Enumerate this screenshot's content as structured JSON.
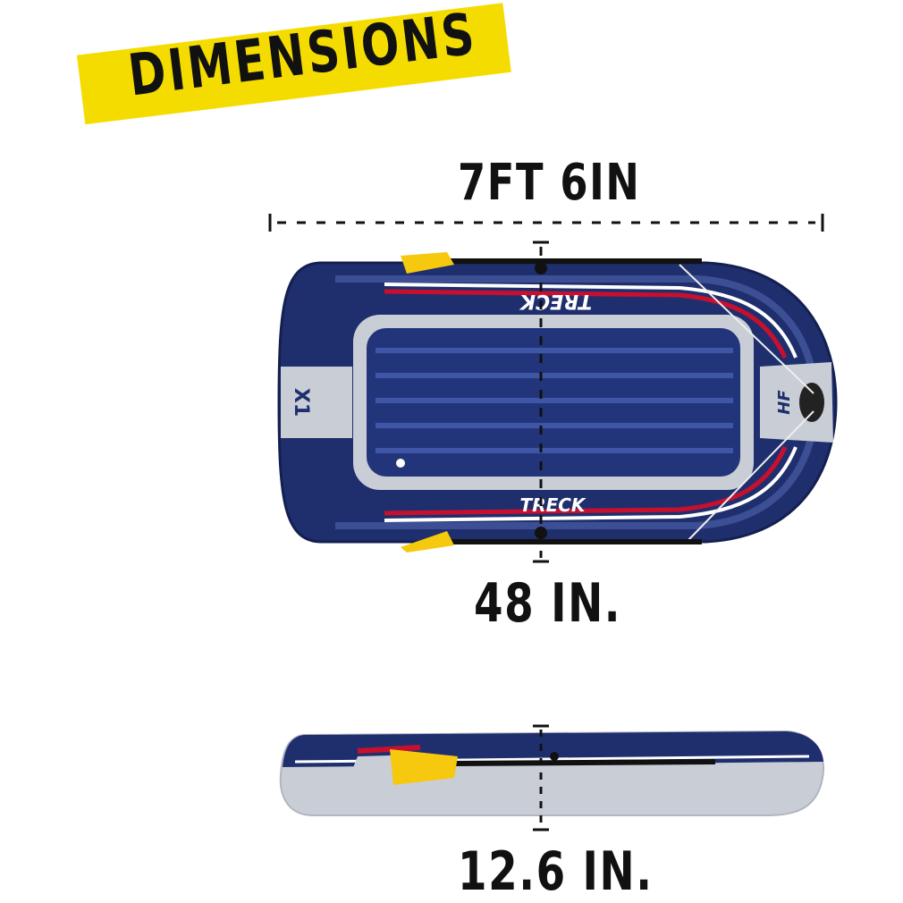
{
  "title": "DIMENSIONS",
  "dimensions": {
    "length": "7FT 6IN",
    "width": "48 IN.",
    "height": "12.6 IN."
  },
  "boat": {
    "brand_top": "TRECK",
    "brand_bottom": "TRECK",
    "model": "X1",
    "stern_badge": "HF"
  },
  "colors": {
    "banner": "#f5dc00",
    "hull": "#1f2f6e",
    "gray": "#c9cdd6",
    "oar": "#f6c90e",
    "stripe": "#c8102e"
  }
}
